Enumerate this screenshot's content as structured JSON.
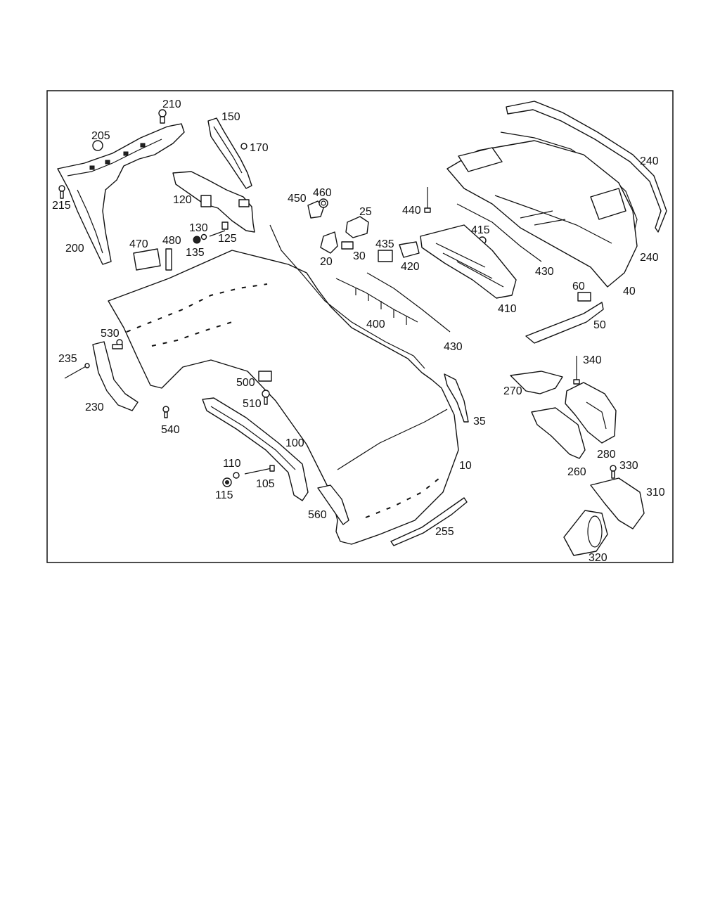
{
  "labels": {
    "l210": "210",
    "l150": "150",
    "l205": "205",
    "l170": "170",
    "l215": "215",
    "l200": "200",
    "l120": "120",
    "l130": "130",
    "l125": "125",
    "l135": "135",
    "l470": "470",
    "l480": "480",
    "l450": "450",
    "l460": "460",
    "l25": "25",
    "l440": "440",
    "l240a": "240",
    "l240b": "240",
    "l435": "435",
    "l415": "415",
    "l20": "20",
    "l30": "30",
    "l420": "420",
    "l430a": "430",
    "l430b": "430",
    "l40": "40",
    "l60": "60",
    "l410": "410",
    "l400": "400",
    "l50": "50",
    "l530": "530",
    "l235": "235",
    "l230": "230",
    "l540": "540",
    "l500": "500",
    "l510": "510",
    "l340": "340",
    "l270": "270",
    "l35": "35",
    "l280": "280",
    "l100": "100",
    "l10": "10",
    "l260": "260",
    "l330": "330",
    "l110": "110",
    "l105": "105",
    "l115": "115",
    "l310": "310",
    "l560": "560",
    "l255": "255",
    "l320": "320"
  }
}
